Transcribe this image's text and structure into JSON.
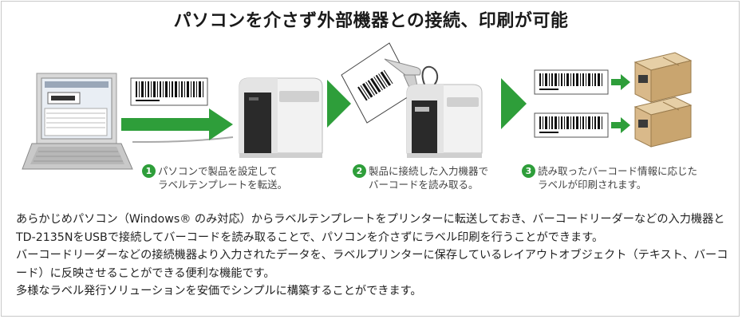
{
  "title": "パソコンを介さず外部機器との接続、印刷が可能",
  "steps": [
    {
      "num": "1",
      "line1": "パソコンで製品を設定して",
      "line2": "ラベルテンプレートを転送。"
    },
    {
      "num": "2",
      "line1": "製品に接続した入力機器で",
      "line2": "バーコードを読み取る。"
    },
    {
      "num": "3",
      "line1": "読み取ったバーコード情報に応じた",
      "line2": "ラベルが印刷されます。"
    }
  ],
  "description": [
    "あらかじめパソコン（Windows® のみ対応）からラベルテンプレートをプリンターに転送しておき、バーコードリーダーなどの入力機器とTD-2135NをUSBで接続してバーコードを読み取ることで、パソコンを介さずにラベル印刷を行うことができます。",
    "バーコードリーダーなどの接続機器より入力されたデータを、ラベルプリンターに保存しているレイアウトオブジェクト（テキスト、バーコード）に反映させることができる便利な機能です。",
    "多様なラベル発行ソリューションを安価でシンプルに構築することができます。"
  ],
  "colors": {
    "accent": "#2e9e3a",
    "printer_body": "#f0f0f0",
    "printer_dark": "#2a2a2a",
    "box": "#d9b98a"
  },
  "icons": [
    "laptop-icon",
    "barcode-label-icon",
    "label-printer-icon",
    "barcode-scanner-icon",
    "arrow-right-icon",
    "cardboard-box-icon"
  ]
}
